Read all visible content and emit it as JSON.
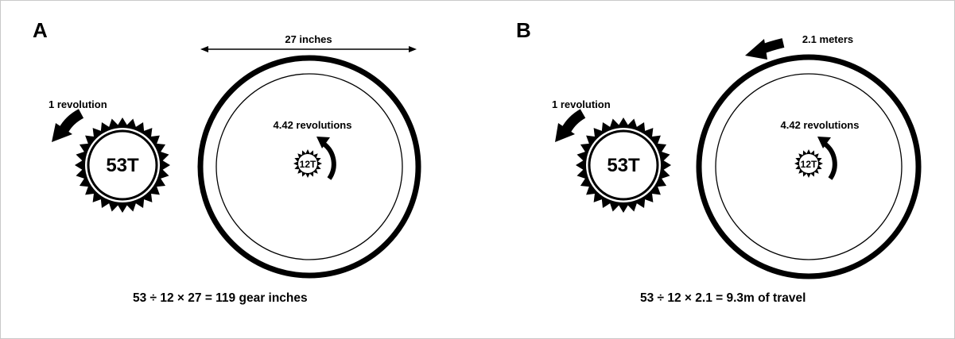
{
  "colors": {
    "ink": "#000000",
    "frame": "#c9c9c9",
    "background": "#ffffff"
  },
  "panel_a": {
    "letter": "A",
    "chainring_label": "53T",
    "chainring_caption": "1 revolution",
    "cog_label": "12T",
    "cog_caption": "4.42 revolutions",
    "wheel_dimension": "27 inches",
    "equation": "53 ÷ 12 × 27 = 119 gear inches"
  },
  "panel_b": {
    "letter": "B",
    "chainring_label": "53T",
    "chainring_caption": "1 revolution",
    "cog_label": "12T",
    "cog_caption": "4.42 revolutions",
    "wheel_dimension": "2.1 meters",
    "equation": "53 ÷ 12 × 2.1 = 9.3m of travel"
  }
}
